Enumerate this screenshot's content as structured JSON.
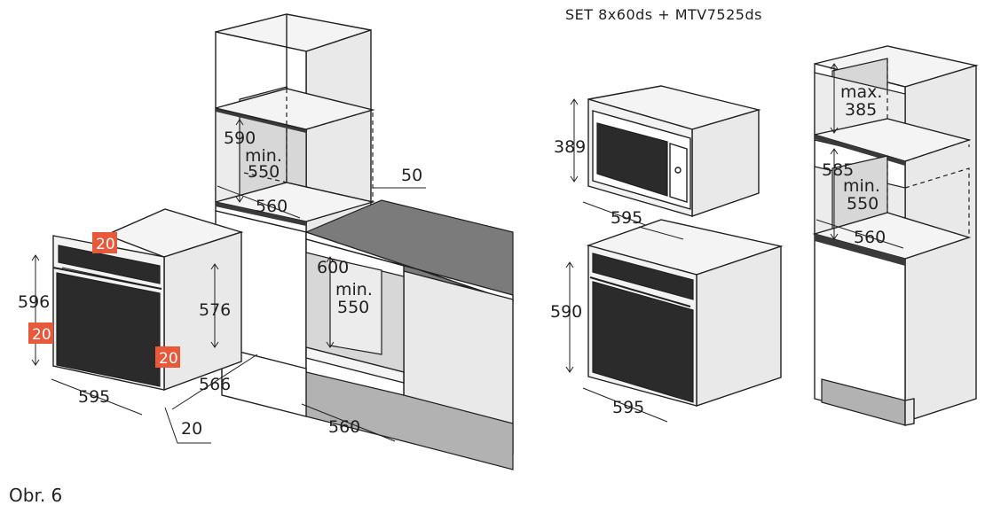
{
  "title": "SET 8x60ds + MTV7525ds",
  "caption": "Obr. 6",
  "badge_color": "#e8583a",
  "left_oven": {
    "height": "596",
    "width": "595",
    "depth": "566",
    "body_height": "576",
    "gap_bottom": "20",
    "badge_top": "20",
    "badge_left": "20",
    "badge_right": "20"
  },
  "middle_cabinet": {
    "niche_height": "590",
    "min_label": "min.",
    "min_niche_height": "550",
    "niche_width": "560",
    "counter_thickness": "50",
    "under_counter_height": "600",
    "under_min_label": "min.",
    "under_min_height": "550",
    "base_width": "560"
  },
  "microwave": {
    "height": "389",
    "width": "595"
  },
  "right_oven": {
    "height": "590",
    "width": "595"
  },
  "right_cabinet": {
    "max_label": "max.",
    "max_height": "385",
    "niche_height": "585",
    "min_label": "min.",
    "min_height": "550",
    "niche_width": "560"
  }
}
